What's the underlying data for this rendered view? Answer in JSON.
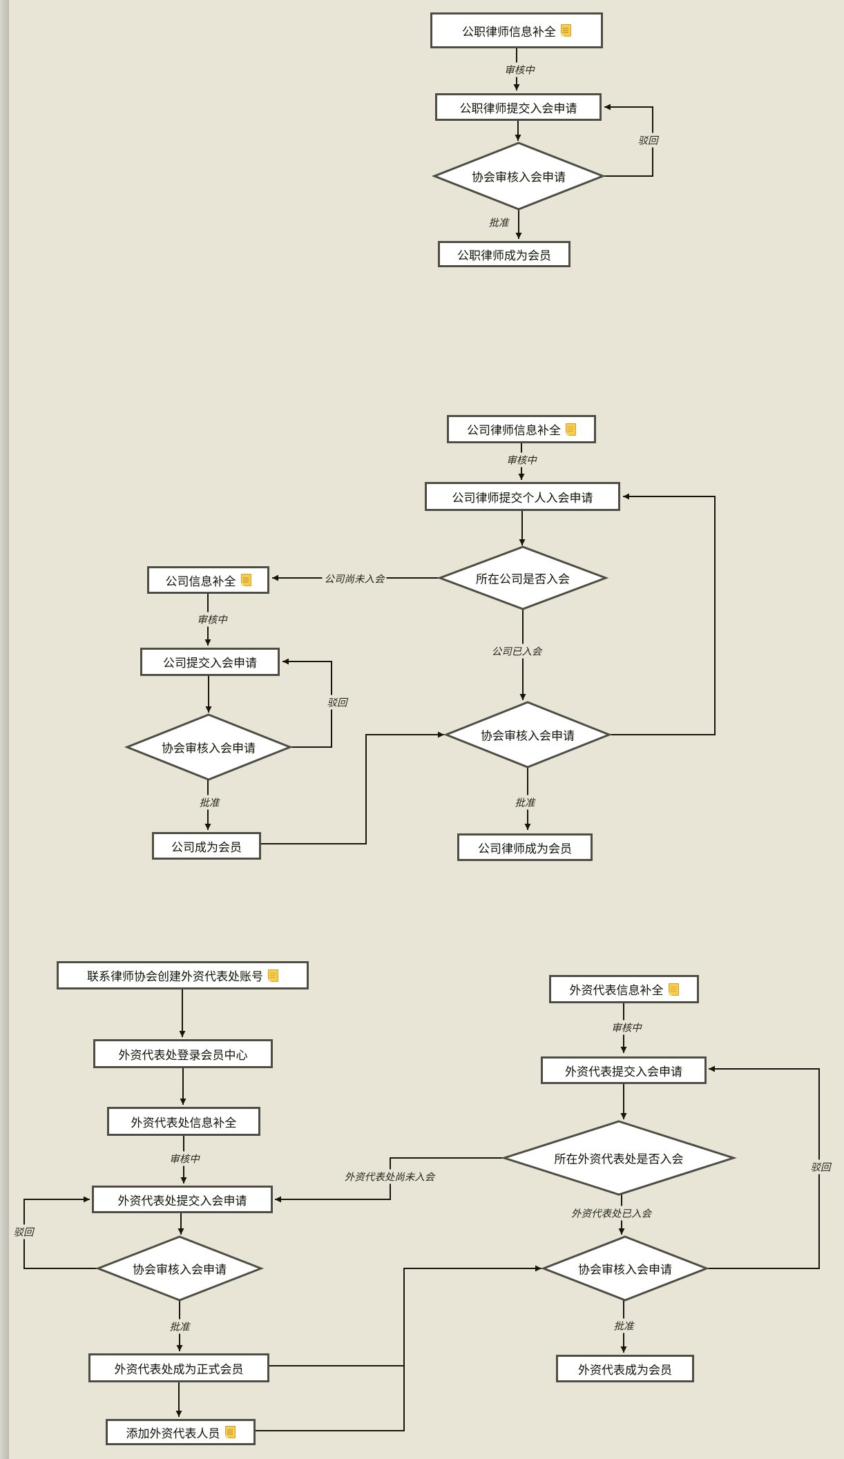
{
  "page": {
    "background_color": "#e8e5d6",
    "node_fill": "#ffffff",
    "node_border_color": "#4d4d43",
    "connector_color": "#15150b",
    "edge_label_color": "#26261c",
    "doc_icon_color": "#f8cc4c"
  },
  "flowcharts": [
    {
      "nodes": [
        {
          "label": "公职律师信息补全",
          "shape": "rect",
          "doc_icon": true
        },
        {
          "label": "公职律师提交入会申请",
          "shape": "rect",
          "doc_icon": false
        },
        {
          "label": "协会审核入会申请",
          "shape": "diamond",
          "doc_icon": false
        },
        {
          "label": "公职律师成为会员",
          "shape": "rect",
          "doc_icon": false
        }
      ],
      "edge_labels": [
        {
          "text": "审核中"
        },
        {
          "text": "驳回"
        },
        {
          "text": "批准"
        }
      ]
    },
    {
      "nodes": [
        {
          "label": "公司律师信息补全",
          "shape": "rect",
          "doc_icon": true
        },
        {
          "label": "公司律师提交个人入会申请",
          "shape": "rect",
          "doc_icon": false
        },
        {
          "label": "所在公司是否入会",
          "shape": "diamond",
          "doc_icon": false
        },
        {
          "label": "公司信息补全",
          "shape": "rect",
          "doc_icon": true
        },
        {
          "label": "公司提交入会申请",
          "shape": "rect",
          "doc_icon": false
        },
        {
          "label": "协会审核入会申请",
          "shape": "diamond",
          "doc_icon": false
        },
        {
          "label": "公司成为会员",
          "shape": "rect",
          "doc_icon": false
        },
        {
          "label": "协会审核入会申请",
          "shape": "diamond",
          "doc_icon": false
        },
        {
          "label": "公司律师成为会员",
          "shape": "rect",
          "doc_icon": false
        }
      ],
      "edge_labels": [
        {
          "text": "审核中"
        },
        {
          "text": "公司尚未入会"
        },
        {
          "text": "审核中"
        },
        {
          "text": "驳回"
        },
        {
          "text": "批准"
        },
        {
          "text": "公司已入会"
        },
        {
          "text": "批准"
        }
      ]
    },
    {
      "nodes": [
        {
          "label": "联系律师协会创建外资代表处账号",
          "shape": "rect",
          "doc_icon": true
        },
        {
          "label": "外资代表处登录会员中心",
          "shape": "rect",
          "doc_icon": false
        },
        {
          "label": "外资代表处信息补全",
          "shape": "rect",
          "doc_icon": false
        },
        {
          "label": "外资代表处提交入会申请",
          "shape": "rect",
          "doc_icon": false
        },
        {
          "label": "协会审核入会申请",
          "shape": "diamond",
          "doc_icon": false
        },
        {
          "label": "外资代表处成为正式会员",
          "shape": "rect",
          "doc_icon": false
        },
        {
          "label": "添加外资代表人员",
          "shape": "rect",
          "doc_icon": true
        },
        {
          "label": "外资代表信息补全",
          "shape": "rect",
          "doc_icon": true
        },
        {
          "label": "外资代表提交入会申请",
          "shape": "rect",
          "doc_icon": false
        },
        {
          "label": "所在外资代表处是否入会",
          "shape": "diamond",
          "doc_icon": false
        },
        {
          "label": "协会审核入会申请",
          "shape": "diamond",
          "doc_icon": false
        },
        {
          "label": "外资代表成为会员",
          "shape": "rect",
          "doc_icon": false
        }
      ],
      "edge_labels": [
        {
          "text": "审核中"
        },
        {
          "text": "驳回"
        },
        {
          "text": "批准"
        },
        {
          "text": "审核中"
        },
        {
          "text": "外资代表处尚未入会"
        },
        {
          "text": "外资代表处已入会"
        },
        {
          "text": "驳回"
        },
        {
          "text": "批准"
        }
      ]
    }
  ]
}
